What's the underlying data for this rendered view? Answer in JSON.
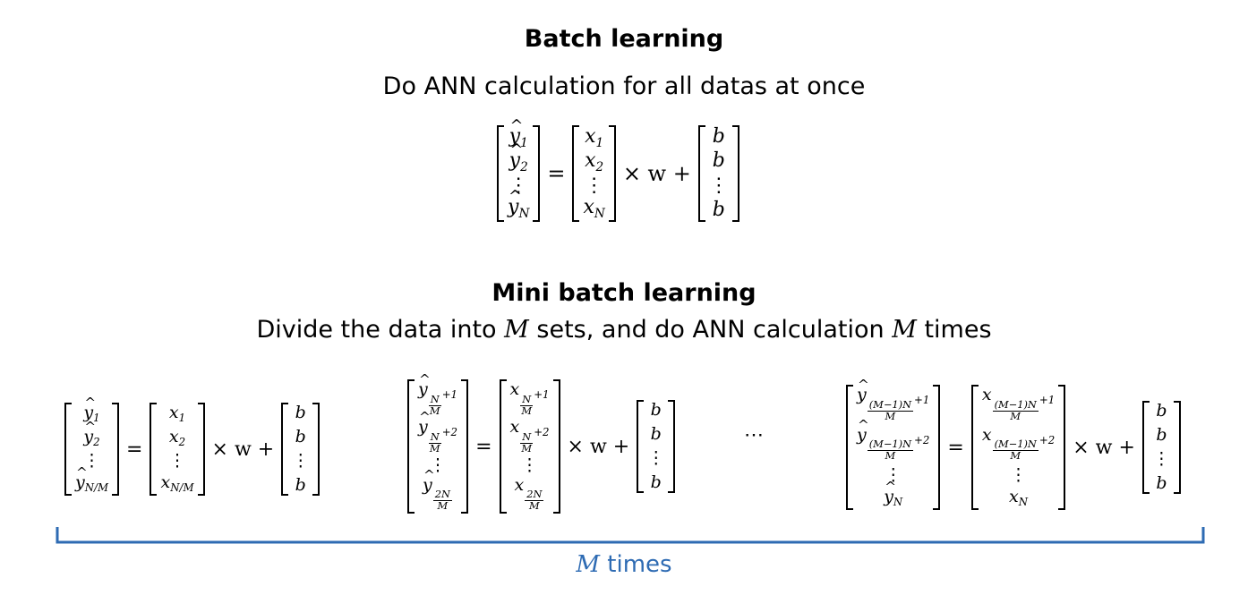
{
  "batch": {
    "title": "Batch learning",
    "subtitle": "Do ANN calculation for all datas at once",
    "lhs": [
      "ŷ1",
      "ŷ2",
      "⋮",
      "ŷN"
    ],
    "x": [
      "x1",
      "x2",
      "⋮",
      "xN"
    ],
    "b": [
      "b",
      "b",
      "⋮",
      "b"
    ],
    "equals": "=",
    "times_w_plus": "× w +"
  },
  "mini": {
    "title": "Mini batch learning",
    "subtitle_before": "Divide the data into",
    "var_m": "M",
    "subtitle_middle": "sets, and do ANN calculation",
    "subtitle_after": "times",
    "first": {
      "lhs": [
        "ŷ1",
        "ŷ2",
        "⋮",
        "ŷN/M"
      ],
      "x": [
        "x1",
        "x2",
        "⋮",
        "xN/M"
      ],
      "b": [
        "b",
        "b",
        "⋮",
        "b"
      ]
    },
    "second": {
      "lhs": [
        "ŷN/M+1",
        "ŷN/M+2",
        "⋮",
        "ŷ2N/M"
      ],
      "x": [
        "xN/M+1",
        "xN/M+2",
        "⋮",
        "x2N/M"
      ],
      "b": [
        "b",
        "b",
        "⋮",
        "b"
      ]
    },
    "last": {
      "lhs": [
        "ŷ(M−1)N/M+1",
        "ŷ(M−1)N/M+2",
        "⋮",
        "ŷN"
      ],
      "x": [
        "x(M−1)N/M+1",
        "x(M−1)N/M+2",
        "⋮",
        "xN"
      ],
      "b": [
        "b",
        "b",
        "⋮",
        "b"
      ]
    },
    "ellipsis": "⋯",
    "equals": "=",
    "times_w_plus": "× w +"
  },
  "footer": {
    "var_m": "M",
    "label": "times",
    "color": "#2e6bb3"
  }
}
